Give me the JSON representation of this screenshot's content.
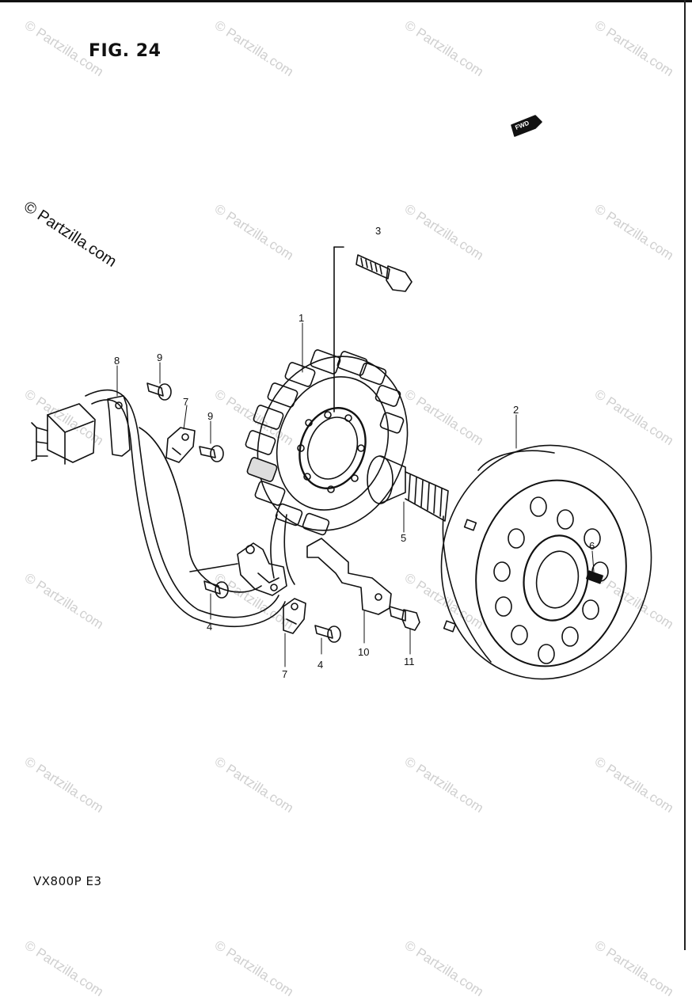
{
  "figure": {
    "title": "FIG. 24",
    "model": "VX800P  E3",
    "footer_note": "",
    "watermark_text": "© Partzilla.com",
    "fwd_label": "FWD"
  },
  "callouts": [
    {
      "id": "c1",
      "label": "1"
    },
    {
      "id": "c2",
      "label": "2"
    },
    {
      "id": "c3",
      "label": "3"
    },
    {
      "id": "c4a",
      "label": "4"
    },
    {
      "id": "c4b",
      "label": "4"
    },
    {
      "id": "c5",
      "label": "5"
    },
    {
      "id": "c6",
      "label": "6"
    },
    {
      "id": "c7a",
      "label": "7"
    },
    {
      "id": "c7b",
      "label": "7"
    },
    {
      "id": "c8",
      "label": "8"
    },
    {
      "id": "c9a",
      "label": "9"
    },
    {
      "id": "c9b",
      "label": "9"
    },
    {
      "id": "c10",
      "label": "10"
    },
    {
      "id": "c11",
      "label": "11"
    }
  ],
  "colors": {
    "ink": "#111111",
    "watermark": "#cfcfcf",
    "background": "#ffffff"
  }
}
